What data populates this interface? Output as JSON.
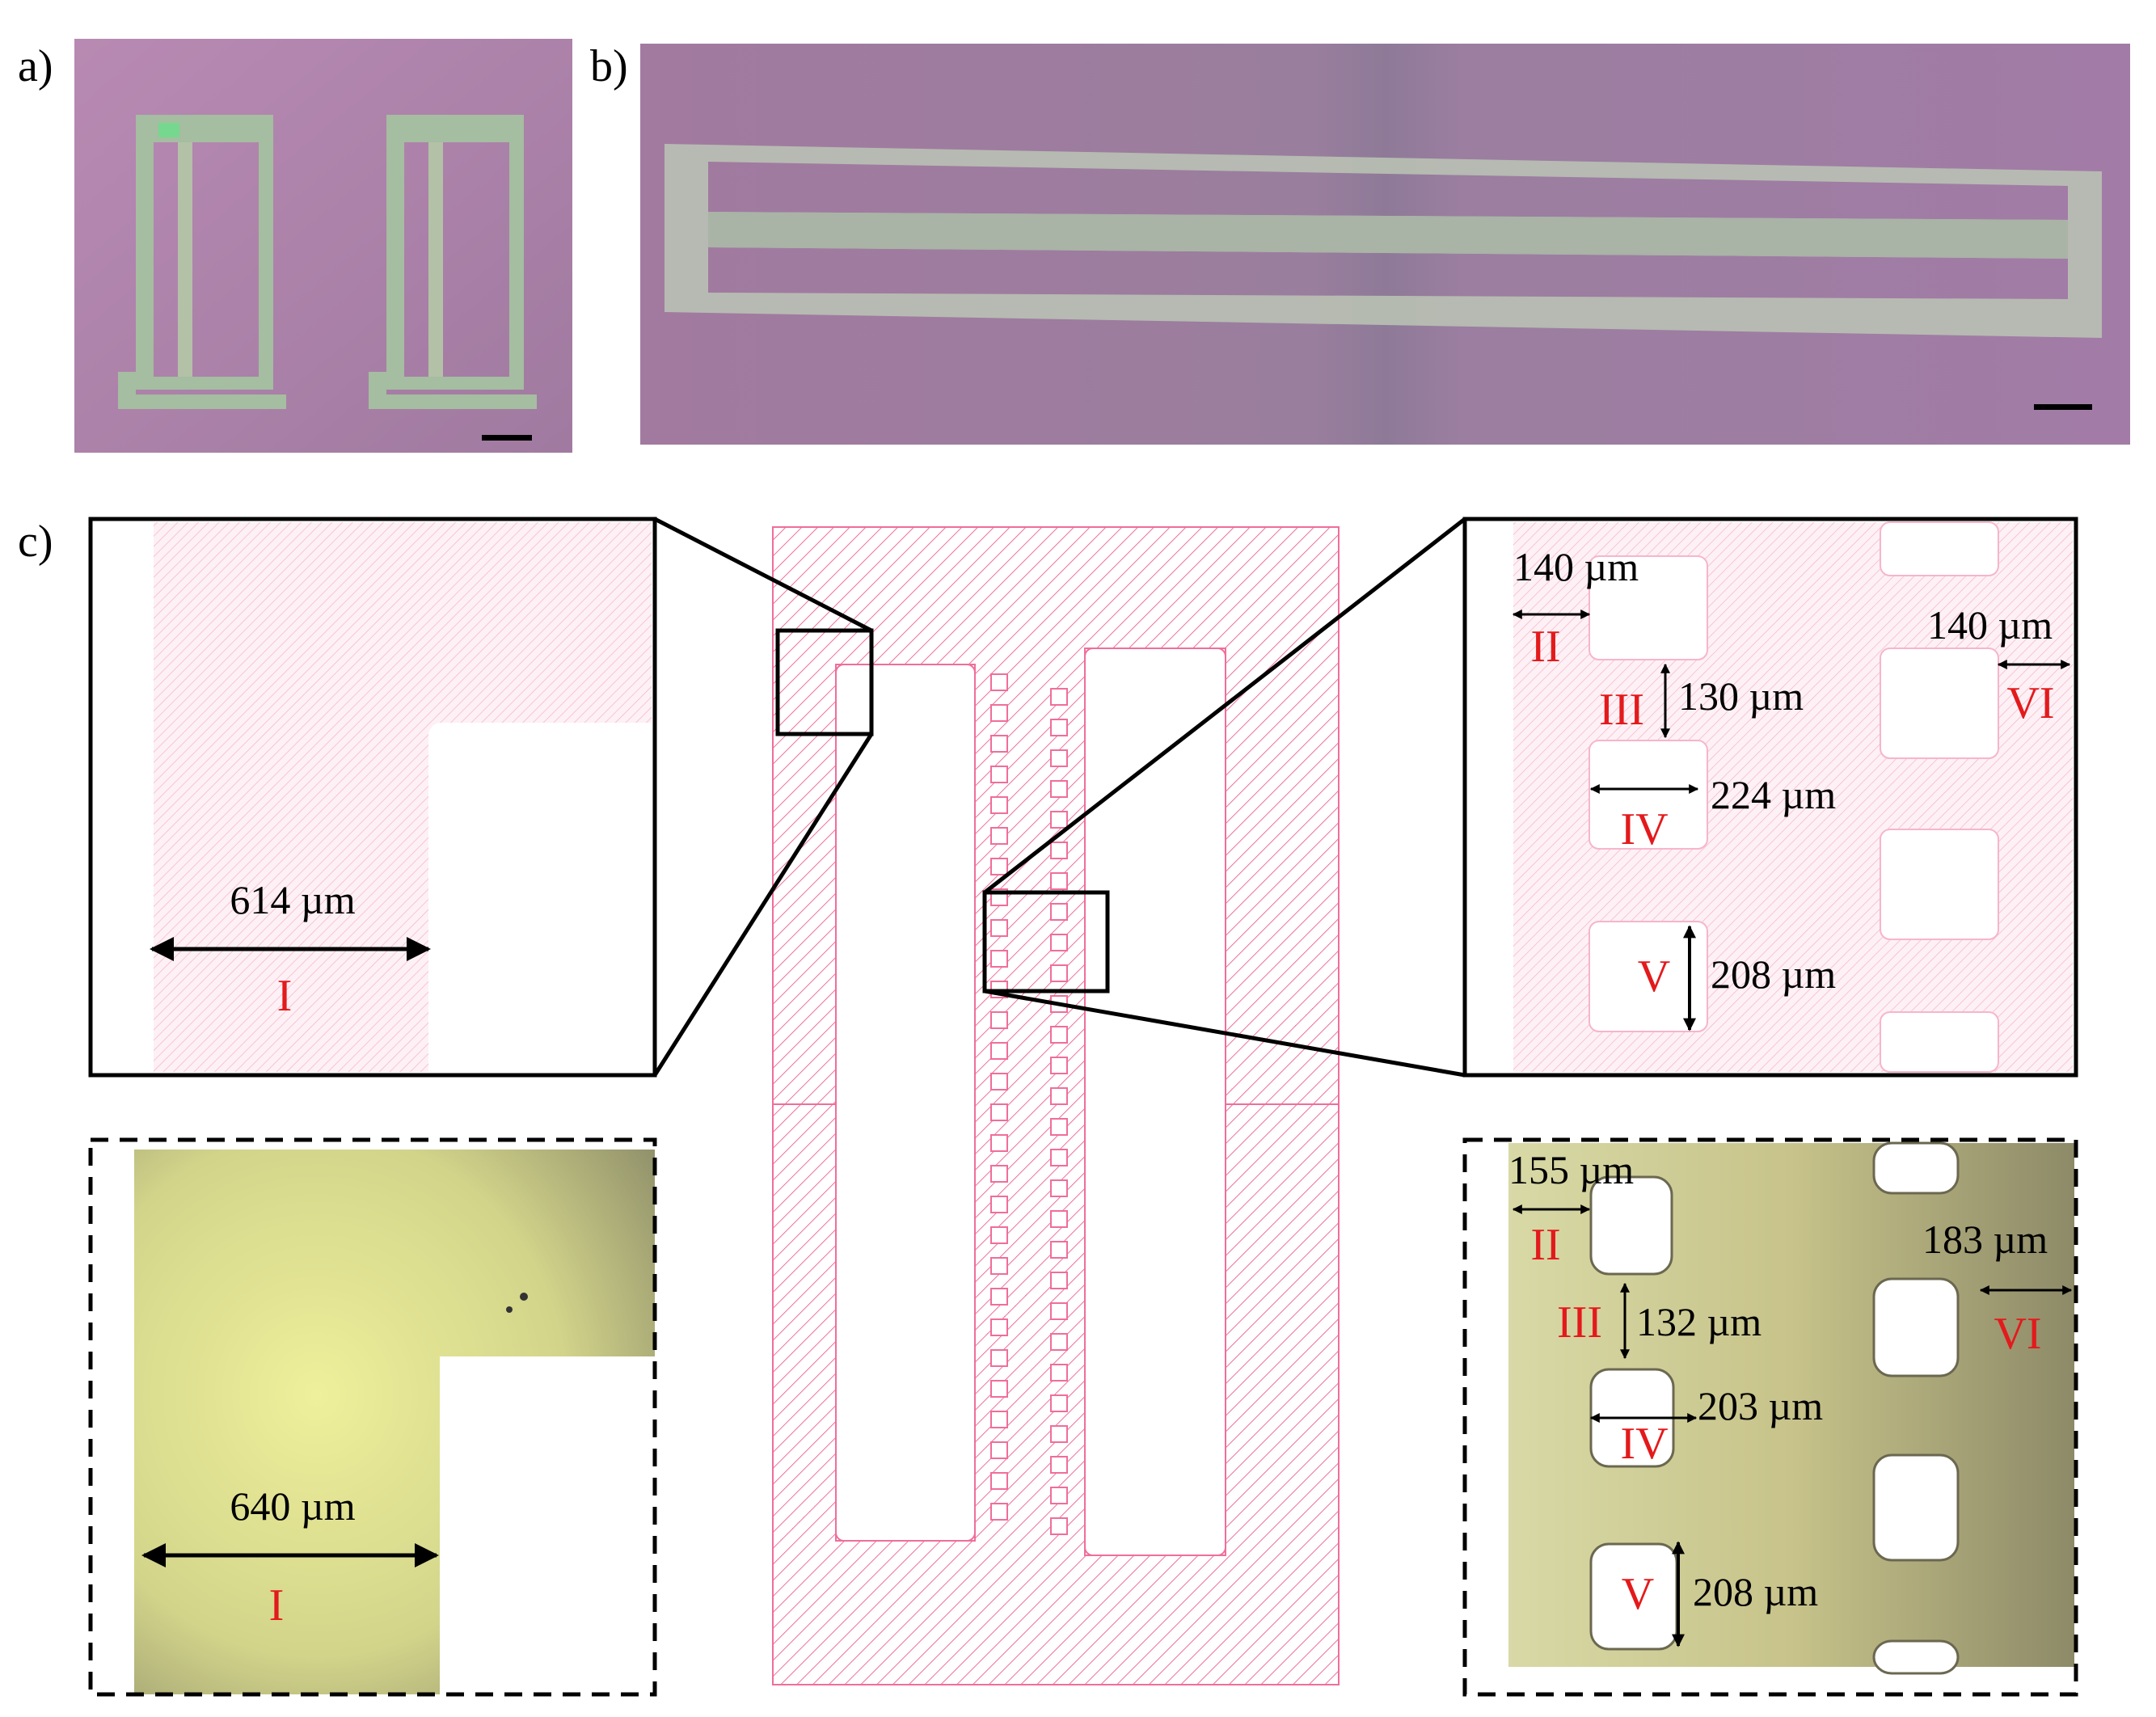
{
  "panels": {
    "a": {
      "label": "a)"
    },
    "b": {
      "label": "b)"
    },
    "c": {
      "label": "c)"
    }
  },
  "left_design": {
    "measure": "614 µm",
    "roman": "I"
  },
  "left_photo": {
    "measure": "640 µm",
    "roman": "I"
  },
  "right_design": {
    "items": [
      {
        "measure": "140 µm",
        "roman": "II"
      },
      {
        "measure": "130 µm",
        "roman": "III"
      },
      {
        "measure": "224 µm",
        "roman": "IV"
      },
      {
        "measure": "208 µm",
        "roman": "V"
      },
      {
        "measure": "140 µm",
        "roman": "VI"
      }
    ]
  },
  "right_photo": {
    "items": [
      {
        "measure": "155 µm",
        "roman": "II"
      },
      {
        "measure": "132 µm",
        "roman": "III"
      },
      {
        "measure": "203 µm",
        "roman": "IV"
      },
      {
        "measure": "208 µm",
        "roman": "V"
      },
      {
        "measure": "183 µm",
        "roman": "VI"
      }
    ]
  },
  "colors": {
    "substrate": "#a77ea4",
    "device": "#9fb79d",
    "design_pink": "#f06e9a",
    "label_red": "#e31a1c",
    "photo_yellow": "#d9dc8f"
  }
}
